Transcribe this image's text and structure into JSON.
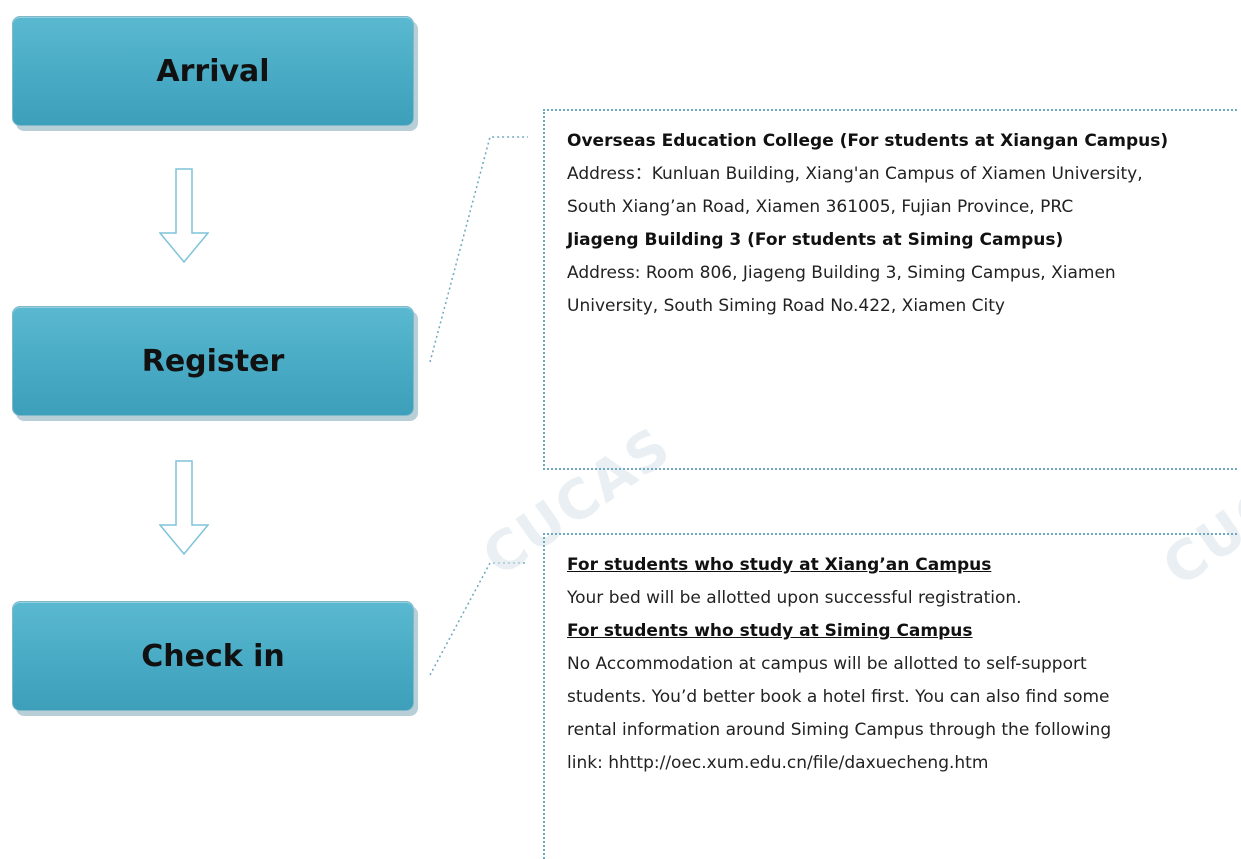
{
  "steps": [
    {
      "label": "Arrival"
    },
    {
      "label": "Register"
    },
    {
      "label": "Check in"
    }
  ],
  "register_info": {
    "heading1": "Overseas Education College (For students at Xiangan Campus)",
    "address1_line1": "Address：Kunluan Building, Xiang'an Campus of Xiamen University,",
    "address1_line2": "South Xiang’an Road, Xiamen 361005, Fujian Province, PRC",
    "heading2": "Jiageng Building 3 (For students at Siming Campus)",
    "address2_line1": "Address: Room 806, Jiageng Building 3, Siming Campus, Xiamen",
    "address2_line2": "University, South Siming Road No.422, Xiamen City"
  },
  "checkin_info": {
    "heading1": "For students who study at Xiang’an Campus",
    "text1": "Your bed will be allotted upon successful registration.",
    "heading2": "For students who study at Siming Campus",
    "text2_line1": "No Accommodation at campus will be allotted to self-support",
    "text2_line2": "students. You’d better book a hotel first. You can also find some",
    "text2_line3": "rental information around Siming Campus through the following",
    "text2_line4": "link: hhttp://oec.xum.edu.cn/file/daxuecheng.htm"
  },
  "watermark": "CUCAS",
  "colors": {
    "box_fill": "#48aac4",
    "arrow_stroke": "#7fc3d8",
    "dotted_border": "#6fa9c0"
  }
}
